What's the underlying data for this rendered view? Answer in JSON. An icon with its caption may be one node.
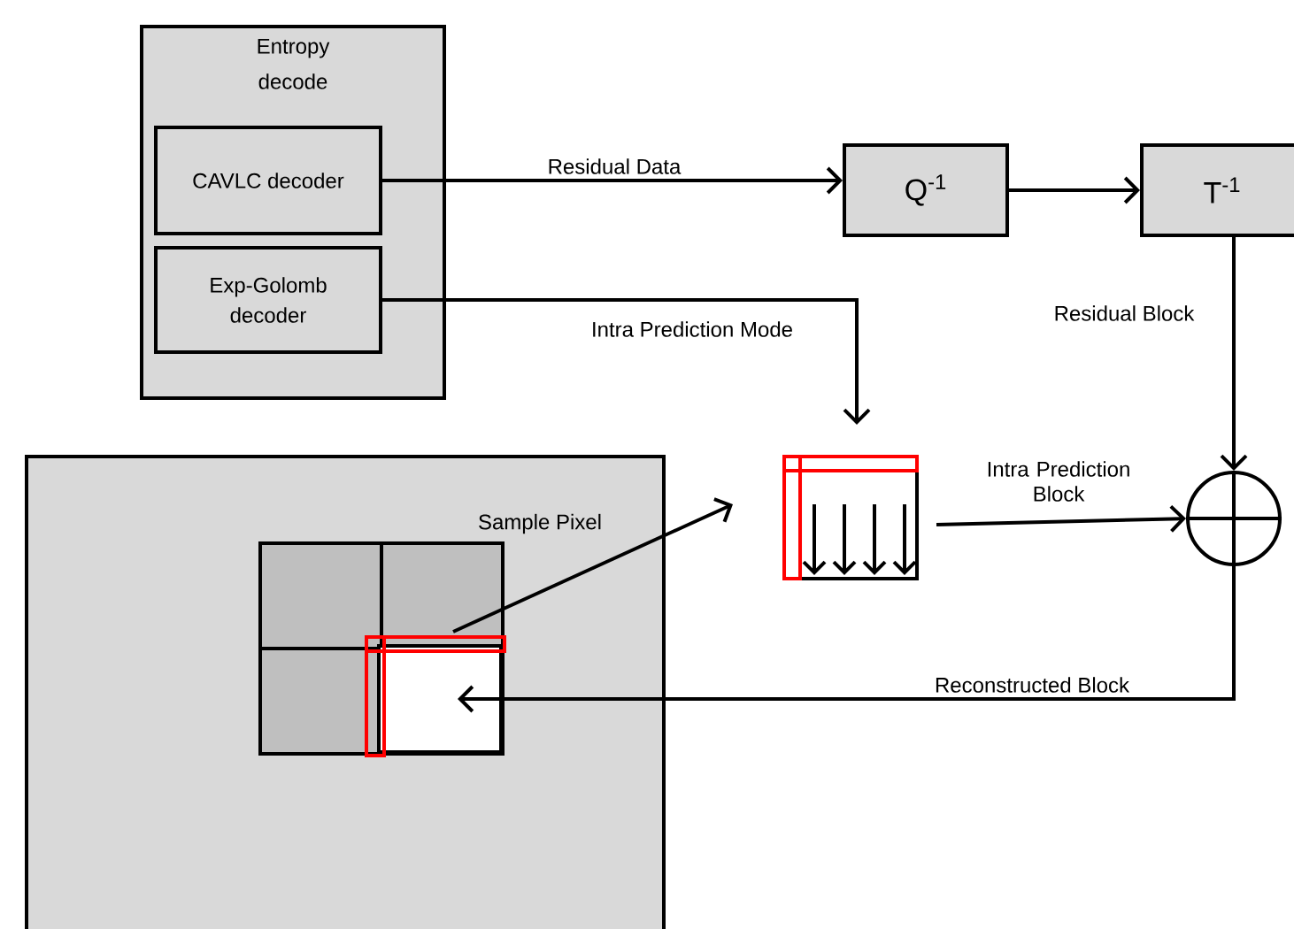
{
  "diagram": {
    "nodes": [
      {
        "text": [
          "Entropy decode"
        ]
      },
      {
        "text": [
          "CAVLC decoder"
        ],
        "in": 0
      },
      {
        "text": [
          "Exp-Golomb decoder"
        ],
        "in": 0
      },
      {
        "text": [
          "Q$^{-1}$"
        ]
      },
      {
        "text": [
          "T$^{-1}$"
        ]
      },
      {
        "text": [],
        "shape": "box"
      },
      {
        "text": [],
        "shape": "box",
        "in": 5
      },
      {
        "text": [],
        "shape": "box",
        "in": 6
      },
      {
        "text": [],
        "shape": "box"
      },
      {
        "text": [],
        "shape": "circle"
      }
    ],
    "edges": [
      {
        "from": 1,
        "to": 3,
        "arrow": "to",
        "label": "Residual Data"
      },
      {
        "from": 3,
        "to": 4,
        "arrow": "to"
      },
      {
        "from": 2,
        "to": 8,
        "arrow": "to",
        "label": "Intra Prediction Mode"
      },
      {
        "from": 4,
        "to": 9,
        "arrow": "to",
        "label": "Residual Block"
      },
      {
        "from": 7,
        "to": 8,
        "arrow": "to",
        "label": "Sample Pixel"
      },
      {
        "from": 8,
        "to": 9,
        "arrow": "to",
        "label": "Intra Prediction Block"
      },
      {
        "from": 9,
        "to": 7,
        "arrow": "to",
        "label": "Reconstructed Block"
      }
    ]
  }
}
